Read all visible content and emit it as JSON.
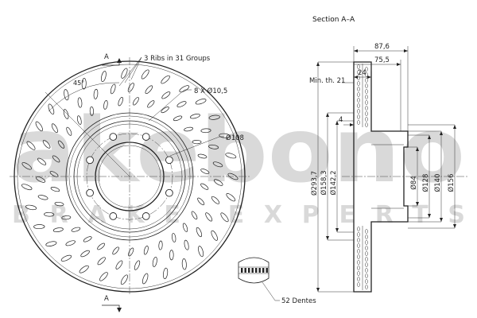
{
  "title": "Section A–A",
  "section_marks": {
    "top": "A",
    "bottom": "A"
  },
  "front_view": {
    "angle_label": "45°",
    "ribs_label": "3 Ribs in 31 Groups",
    "holes_label": "8 X Ø10,5",
    "pcd_label": "Ø108",
    "teeth_label": "52 Dentes"
  },
  "section_view": {
    "min_thickness_label": "Min. th. 21",
    "dims_horizontal": [
      "87,6",
      "75,5",
      "24",
      "4"
    ],
    "dims_vertical": [
      "Ø293,7",
      "Ø158,3",
      "Ø142,2",
      "Ø84",
      "Ø128",
      "Ø140",
      "Ø156"
    ]
  },
  "watermark": {
    "brand": "akebono",
    "tagline": "BRAKE EXPERTS"
  },
  "colors": {
    "line": "#222222",
    "watermark": "#d9d9d9"
  }
}
